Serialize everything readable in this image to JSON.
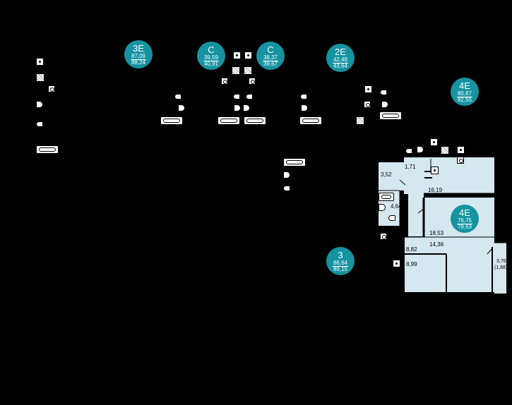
{
  "apartments": [
    {
      "code": "3E",
      "area_total": "87,09",
      "area_alt": "88,24"
    },
    {
      "code": "С",
      "area_total": "39,59",
      "area_alt": "40,91"
    },
    {
      "code": "С",
      "area_total": "38,37",
      "area_alt": "39,67"
    },
    {
      "code": "2E",
      "area_total": "42,49",
      "area_alt": "43,64"
    },
    {
      "code": "4E",
      "area_total": "80,67",
      "area_alt": "82,55"
    },
    {
      "code": "4E",
      "area_total": "76,75",
      "area_alt": "78,63"
    },
    {
      "code": "3",
      "area_total": "86,64",
      "area_alt": "89,15"
    }
  ],
  "room_labels": [
    "3,52",
    "1,71",
    "16,19",
    "4,64",
    "18,53",
    "14,36",
    "8,82",
    "8,99",
    "3,76",
    "(1,88)"
  ],
  "colors": {
    "background": "#000000",
    "badge": "#1593a1",
    "highlight_fill": "#d5e7ef",
    "wall": "#000000"
  }
}
